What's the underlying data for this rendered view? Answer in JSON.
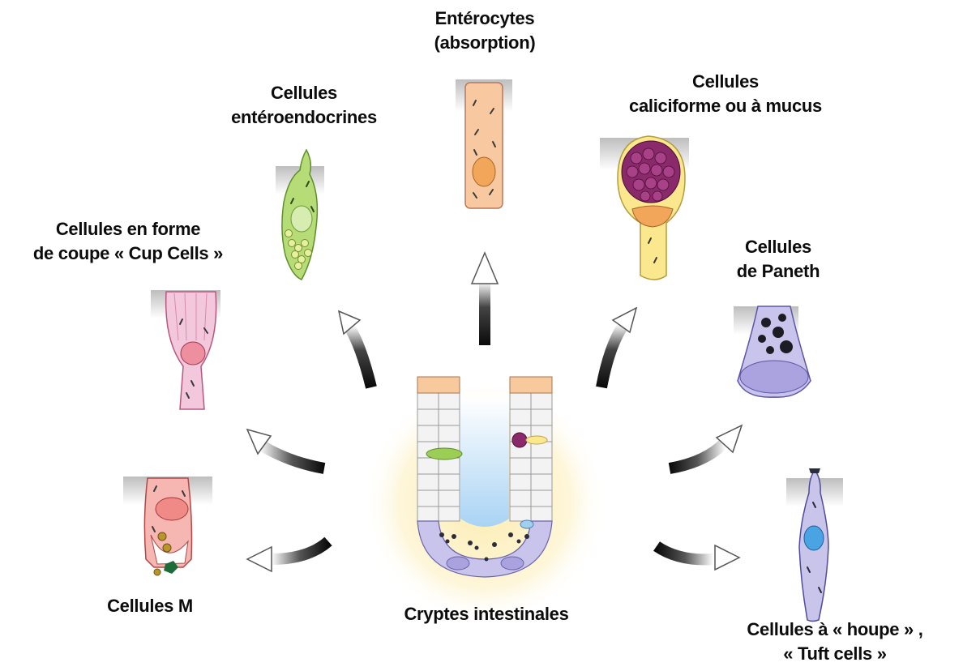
{
  "labels": {
    "enterocytes": {
      "line1": "Entérocytes",
      "line2": "(absorption)"
    },
    "enteroendocrine": {
      "line1": "Cellules",
      "line2": "entéroendocrines"
    },
    "goblet": {
      "line1": "Cellules",
      "line2": "caliciforme ou à mucus"
    },
    "cup": {
      "line1": "Cellules en forme",
      "line2": "de coupe «  Cup Cells »"
    },
    "paneth": {
      "line1": "Cellules",
      "line2": "de Paneth"
    },
    "m_cells": {
      "line1": "Cellules M"
    },
    "crypt": {
      "line1": "Cryptes intestinales"
    },
    "tuft": {
      "line1": "Cellules  à « houpe » ,",
      "line2": "« Tuft cells »"
    }
  },
  "colors": {
    "text": "#0c0c0c",
    "enterocyte": "#f8c9a0",
    "enteroendocrine": "#b6dc78",
    "goblet_body": "#fbe88e",
    "goblet_granules": "#8b2a6b",
    "cup_cell": "#f3c8dd",
    "paneth": "#c9c4ec",
    "m_cell": "#f6b7b2",
    "tuft": "#c8c4ea",
    "crypt_glow": "#fce9a8",
    "crypt_lumen": "#b9dcf6",
    "arrow_dark": "#111111"
  },
  "icons": [
    "curved-arrow-icon",
    "straight-arrow-icon"
  ]
}
